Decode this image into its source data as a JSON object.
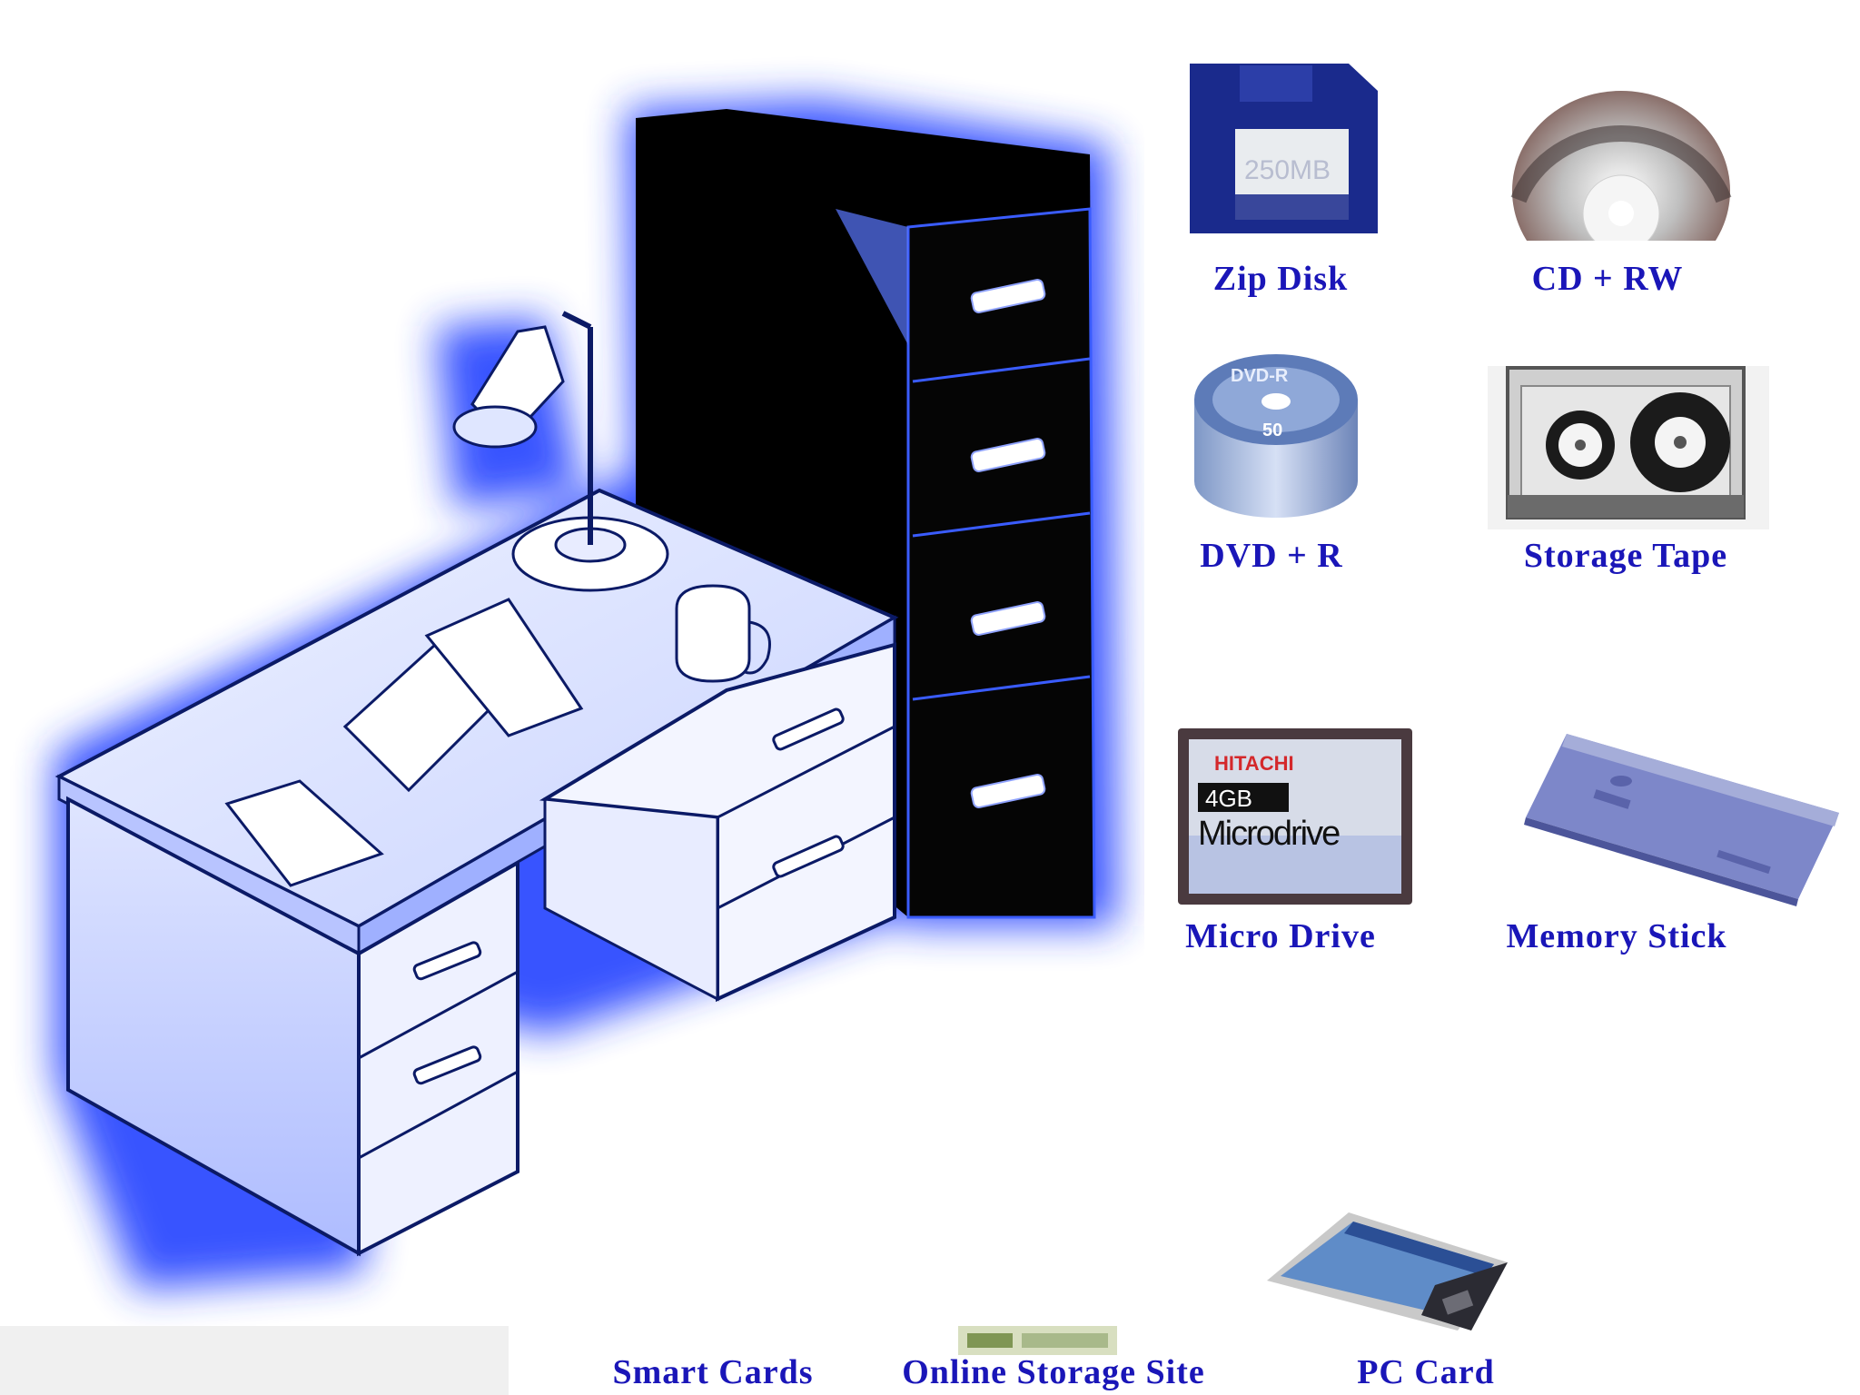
{
  "media": {
    "zip_disk": {
      "label": "Zip Disk",
      "icon": "zip-disk-icon"
    },
    "cd_rw": {
      "label": "CD + RW",
      "icon": "cd-rw-icon"
    },
    "dvd_r": {
      "label": "DVD + R",
      "icon": "dvd-spindle-icon"
    },
    "storage_tape": {
      "label": "Storage Tape",
      "icon": "storage-tape-icon"
    },
    "micro_drive": {
      "label": "Micro Drive",
      "icon": "microdrive-icon"
    },
    "memory_stick": {
      "label": "Memory Stick",
      "icon": "memory-stick-icon"
    },
    "smart_cards": {
      "label": "Smart Cards"
    },
    "online_storage": {
      "label": "Online Storage Site",
      "icon": "online-storage-banner-icon"
    },
    "pc_card": {
      "label": "PC Card",
      "icon": "pc-card-icon"
    }
  },
  "colors": {
    "label_text": "#1a16b8",
    "desk_glow": "#3d5cff",
    "cabinet": "#000000"
  },
  "product_text": {
    "zip_capacity": "250MB",
    "dvd_brand": "DVD-R",
    "dvd_count": "50",
    "microdrive_brand": "HITACHI",
    "microdrive_capacity": "4GB",
    "microdrive_name": "Microdrive"
  }
}
